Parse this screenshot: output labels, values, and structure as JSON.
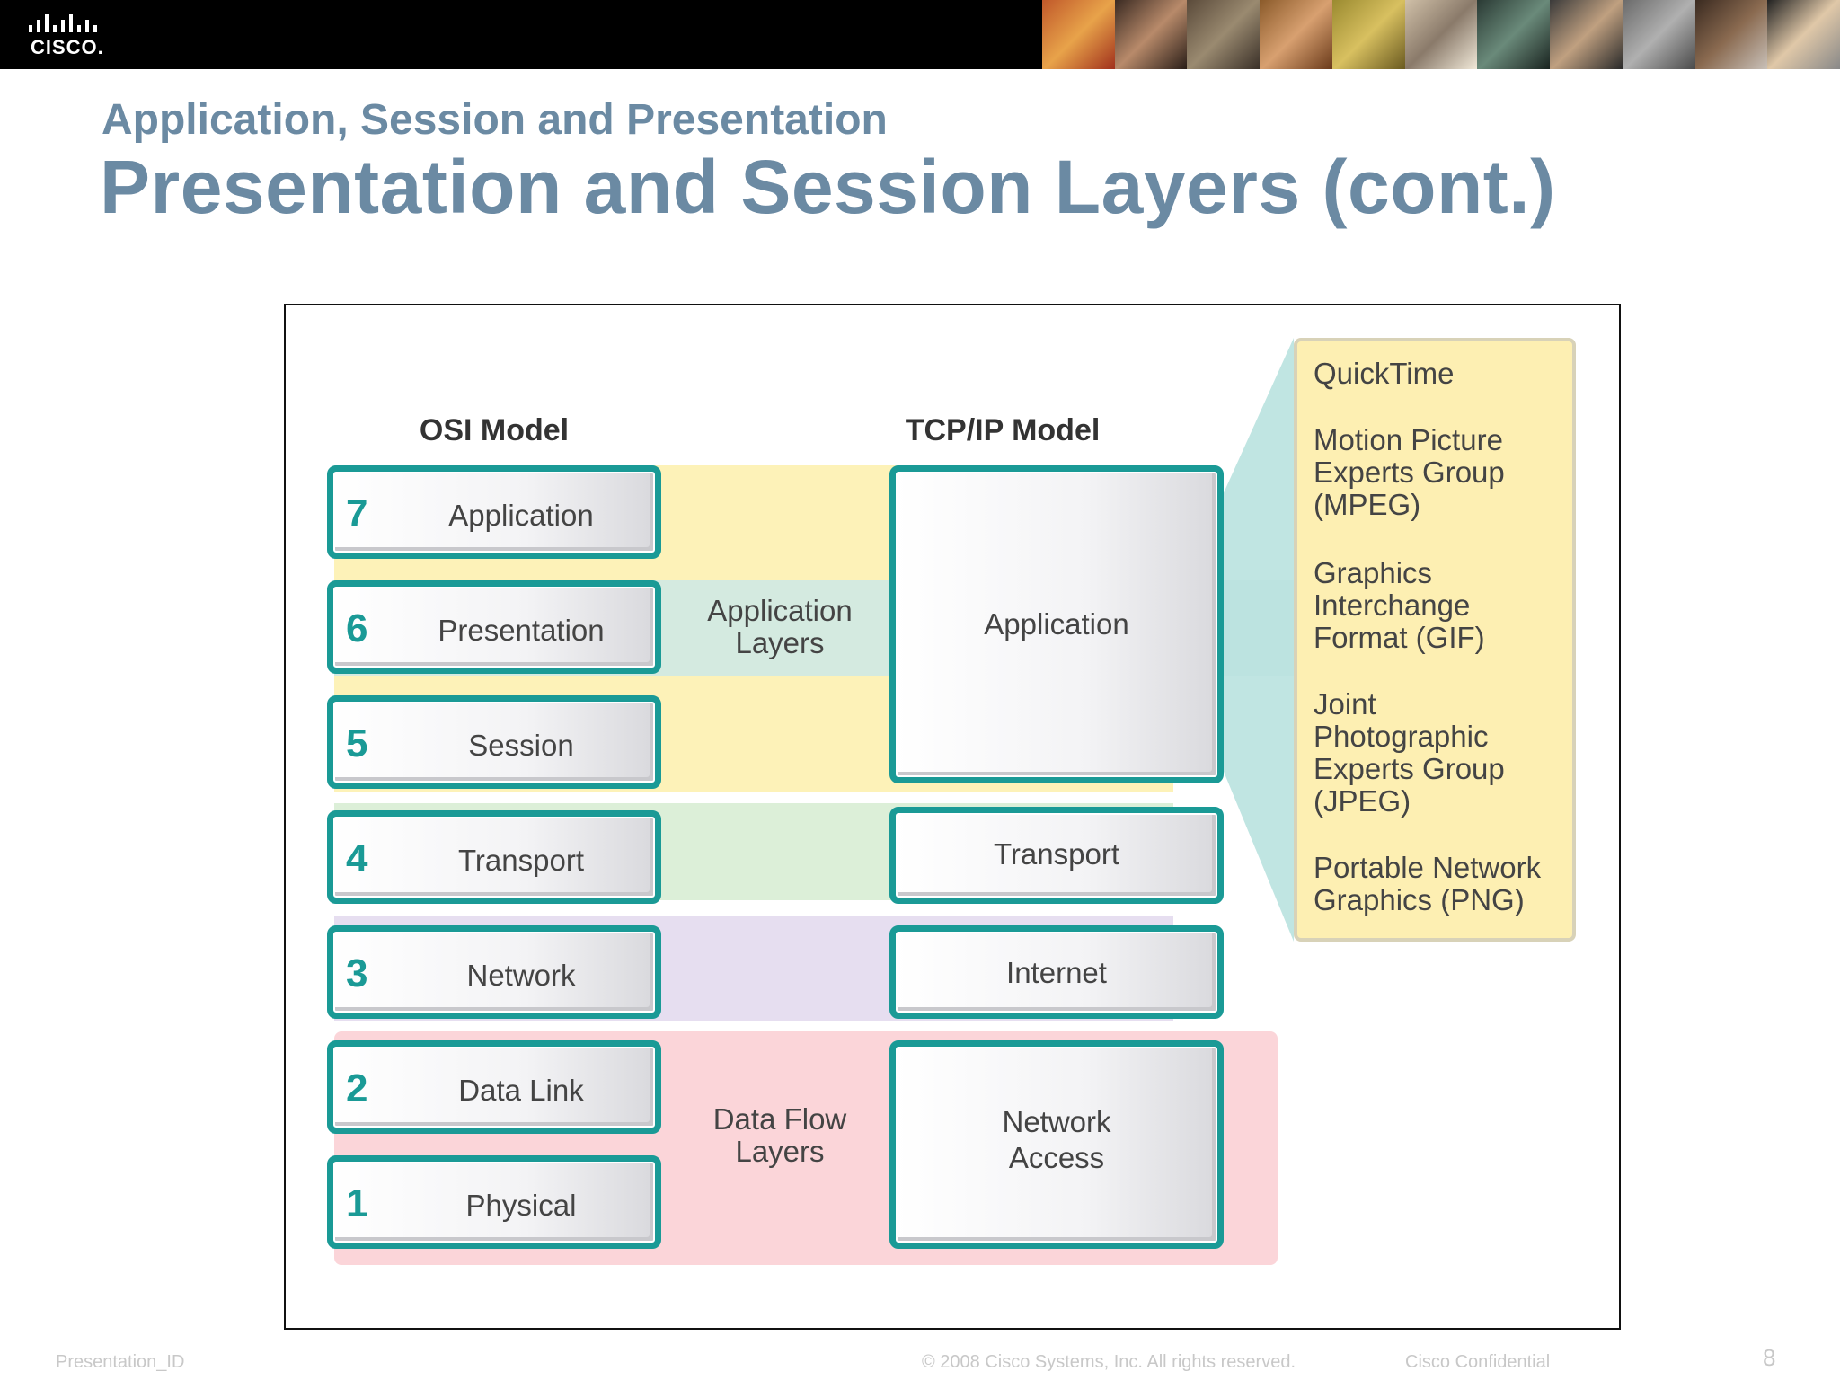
{
  "header": {
    "logo_text": "CISCO.",
    "subtitle": "Application, Session and Presentation",
    "title": "Presentation and Session Layers (cont.)"
  },
  "colors": {
    "teal": "#1a9a96",
    "title_blue": "#6b8aa3",
    "band_yellow": "#fdf2b8",
    "band_green": "#dcefd8",
    "band_purple": "#e6def0",
    "band_pink": "#fbd5d9",
    "band_teal_overlay": "#cde9e6",
    "callout_fill": "#fdefb2"
  },
  "diagram": {
    "osi_header": "OSI Model",
    "tcp_header": "TCP/IP Model",
    "osi_layers": [
      {
        "num": "7",
        "name": "Application"
      },
      {
        "num": "6",
        "name": "Presentation"
      },
      {
        "num": "5",
        "name": "Session"
      },
      {
        "num": "4",
        "name": "Transport"
      },
      {
        "num": "3",
        "name": "Network"
      },
      {
        "num": "2",
        "name": "Data Link"
      },
      {
        "num": "1",
        "name": "Physical"
      }
    ],
    "application_layers_label": [
      "Application",
      "Layers"
    ],
    "data_flow_layers_label": [
      "Data Flow",
      "Layers"
    ],
    "tcp_layers": {
      "application": "Application",
      "transport": "Transport",
      "internet": "Internet",
      "network_access": [
        "Network",
        "Access"
      ]
    },
    "callout": {
      "items": [
        [
          "QuickTime"
        ],
        [
          "Motion Picture",
          "Experts Group",
          "(MPEG)"
        ],
        [
          "Graphics",
          "Interchange",
          "Format (GIF)"
        ],
        [
          "Joint",
          "Photographic",
          "Experts Group",
          "(JPEG)"
        ],
        [
          "Portable Network",
          "Graphics (PNG)"
        ]
      ]
    }
  },
  "footer": {
    "left": "Presentation_ID",
    "center": "© 2008 Cisco Systems, Inc. All rights reserved.",
    "right": "Cisco Confidential",
    "page": "8"
  }
}
